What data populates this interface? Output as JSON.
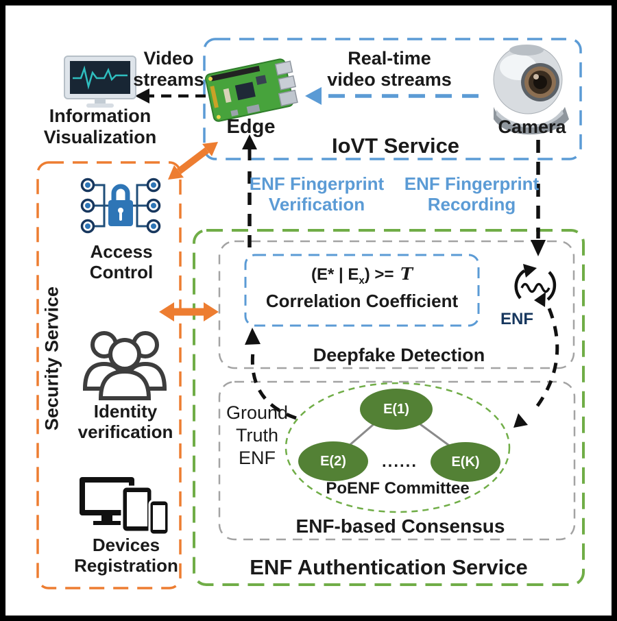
{
  "iovt": {
    "title": "IoVT Service",
    "edge_label": "Edge",
    "camera_label": "Camera",
    "video_streams": [
      "Video",
      "streams"
    ],
    "realtime": [
      "Real-time",
      "video streams"
    ]
  },
  "info_viz": {
    "line1": "Information",
    "line2": "Visualization"
  },
  "security": {
    "title": "Security Service",
    "access": [
      "Access",
      "Control"
    ],
    "identity": [
      "Identity",
      "verification"
    ],
    "devices": [
      "Devices",
      "Registration"
    ]
  },
  "flows": {
    "verification": [
      "ENF Fingerprint",
      "Verification"
    ],
    "recording": [
      "ENF Fingerprint",
      "Recording"
    ]
  },
  "deepfake": {
    "title": "Deepfake Detection",
    "formula": {
      "pre": "(E* | E",
      "sub": "x",
      "post": ") >= ",
      "threshold": "T"
    },
    "corr_label": "Correlation Coefficient",
    "enf_label": "ENF"
  },
  "consensus": {
    "title": "ENF-based Consensus",
    "ground_truth": [
      "Ground",
      "Truth",
      "ENF"
    ],
    "committee_label": "PoENF Committee",
    "nodes": [
      "E(1)",
      "E(2)",
      "E(K)"
    ],
    "dots": "......"
  },
  "enf_auth": {
    "title": "ENF Authentication Service"
  },
  "colors": {
    "blue": "#5B9BD5",
    "orange": "#ED7D31",
    "green": "#70AD47",
    "node_green": "#538135",
    "gray_dashed": "#A3A3A3",
    "flow_text_blue": "#5B9BD5",
    "enf_text_navy": "#17375E"
  }
}
